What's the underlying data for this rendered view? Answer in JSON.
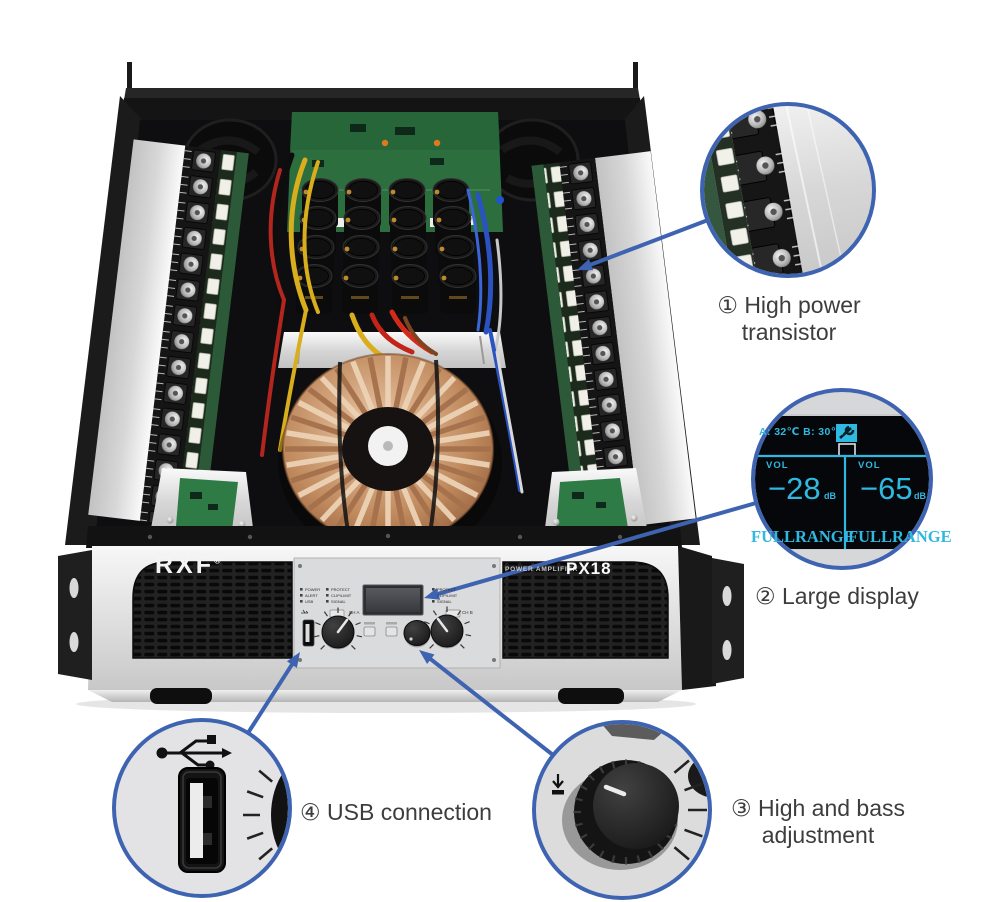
{
  "colors": {
    "accent": "#3e63b0",
    "lcd_cyan": "#2fb9e0",
    "lcd_bg": "#06070a"
  },
  "product": {
    "brand": "RXF",
    "registered": "®",
    "series_label": "POWER AMPLIFIER",
    "model": "PX18"
  },
  "lcd": {
    "status": "A: 32℃  B: 30℃",
    "channels": [
      {
        "vol_label": "VOL",
        "value": "−28",
        "unit": "dB",
        "mode": "FULLRANGE"
      },
      {
        "vol_label": "VOL",
        "value": "−65",
        "unit": "dB",
        "mode": "FULLRANGE"
      }
    ]
  },
  "front_panel": {
    "indicator_labels_left": [
      "POWER",
      "ALERT",
      "USB"
    ],
    "indicator_labels_mid": [
      "PROTECT",
      "CLIP/LIMIT",
      "SIGNAL"
    ],
    "indicator_labels_right": [
      "PROTECT",
      "CLIP/LIMIT",
      "SIGNAL"
    ],
    "channel_a_label": "CH A",
    "channel_b_label": "CH B"
  },
  "callouts": [
    {
      "id": 1,
      "line1": "① High power",
      "line2": "transistor"
    },
    {
      "id": 2,
      "line1": "② Large display",
      "line2": ""
    },
    {
      "id": 3,
      "line1": "③ High and bass",
      "line2": "adjustment"
    },
    {
      "id": 4,
      "line1": "④ USB connection",
      "line2": ""
    }
  ]
}
